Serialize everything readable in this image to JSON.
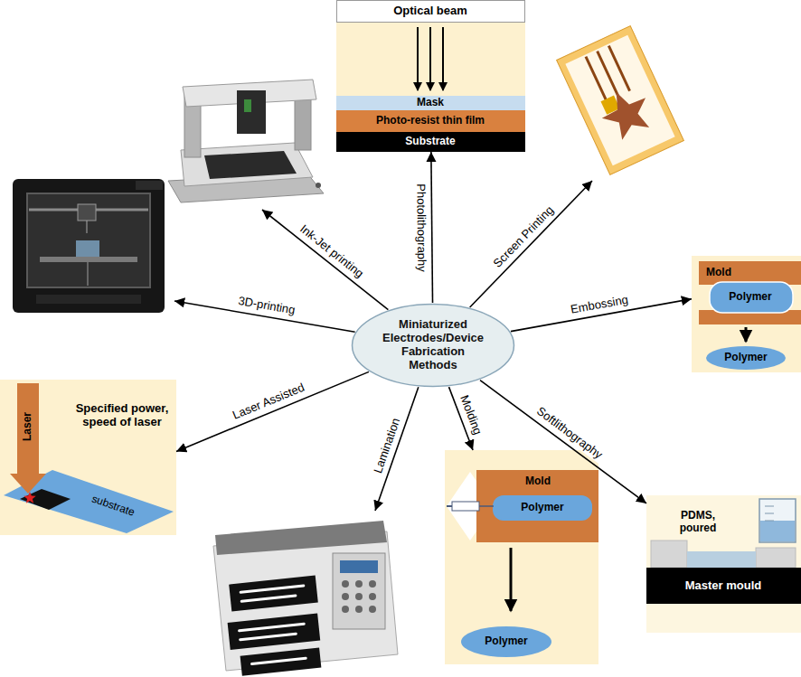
{
  "diagram": {
    "nodes": [
      {
        "text": [
          "Miniaturized Electrodes/Device Fabrication Methods"
        ]
      },
      {
        "text": [
          "Optical beam",
          "Mask",
          "Photo-resist thin film",
          "Substrate"
        ]
      },
      {
        "text": [
          "Mold",
          "Polymer",
          "Polymer"
        ]
      },
      {
        "text": [
          "PDMS, poured",
          "Master mould"
        ]
      },
      {
        "text": [
          "Mold",
          "Polymer",
          "Polymer"
        ]
      },
      {
        "text": [
          "Laser",
          "Specified power, speed of laser",
          "substrate"
        ]
      }
    ],
    "edges": [
      {
        "from": 0,
        "to": 1,
        "label": "Photolithography",
        "arrow": "to"
      },
      {
        "from": 0,
        "to": 2,
        "label": "Embossing",
        "arrow": "to"
      },
      {
        "from": 0,
        "to": 3,
        "label": "Softlithography",
        "arrow": "to"
      },
      {
        "from": 0,
        "to": 4,
        "label": "Molding",
        "arrow": "to"
      },
      {
        "from": 0,
        "to": 5,
        "label": "Laser Assisted",
        "arrow": "to"
      }
    ],
    "labels": [
      "Ink-Jet printing",
      "3D-printing",
      "Screen Printing",
      "Lamination"
    ]
  }
}
